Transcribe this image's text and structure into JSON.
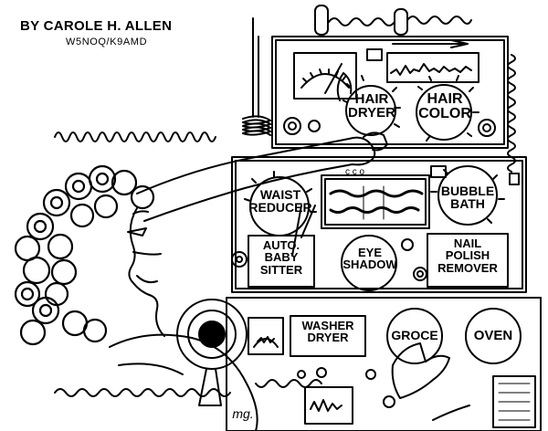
{
  "byline": "BY CAROLE H. ALLEN",
  "callsign": "W5NOQ/K9AMD",
  "signature": "mg.",
  "knobs": {
    "hair_dryer": "HAIR\nDRYER",
    "hair_color": "HAIR\nCOLOR",
    "waist_reducer": "WAIST\nREDUCER",
    "bubble_bath": "BUBBLE\nBATH",
    "eye_shadow": "EYE\nSHADOW",
    "groce": "GROCE",
    "oven": "OVEN"
  },
  "panels": {
    "baby_sitter": "AUTO.\nBABY\nSITTER",
    "nail_polish_remover": "NAIL\nPOLISH\nREMOVER",
    "washer_dryer": "WASHER\nDRYER"
  }
}
